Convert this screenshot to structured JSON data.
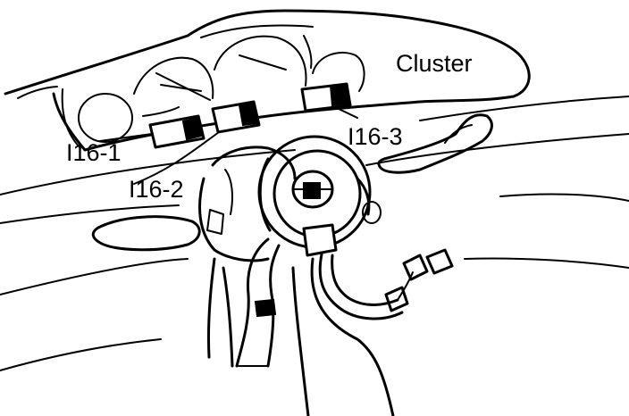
{
  "labels": {
    "cluster": "Cluster",
    "connector_1": "I16-1",
    "connector_2": "I16-2",
    "connector_3": "I16-3"
  }
}
